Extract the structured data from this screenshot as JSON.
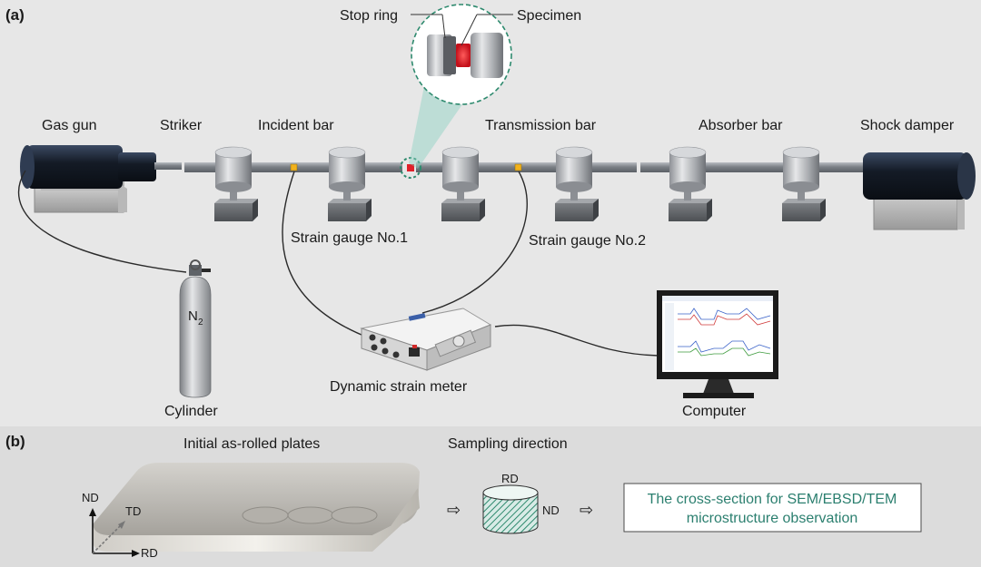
{
  "panel_a": {
    "tag": "(a)",
    "labels": {
      "gas_gun": "Gas gun",
      "striker": "Striker",
      "incident_bar": "Incident bar",
      "transmission_bar": "Transmission bar",
      "absorber_bar": "Absorber bar",
      "shock_damper": "Shock damper",
      "stop_ring": "Stop ring",
      "specimen": "Specimen",
      "strain_gauge_1": "Strain gauge No.1",
      "strain_gauge_2": "Strain gauge No.2",
      "cylinder": "Cylinder",
      "cylinder_gas": "N",
      "cylinder_gas_sub": "2",
      "strain_meter": "Dynamic strain meter",
      "computer": "Computer"
    }
  },
  "panel_b": {
    "tag": "(b)",
    "plates_title": "Initial as-rolled plates",
    "sampling_title": "Sampling direction",
    "axes": {
      "nd": "ND",
      "td": "TD",
      "rd": "RD"
    },
    "sample_axes": {
      "rd": "RD",
      "nd": "ND"
    },
    "arrow_glyph": "⇨",
    "observation_box": {
      "line1": "The cross-section for SEM/EBSD/TEM",
      "line2": "microstructure observation"
    }
  },
  "colors": {
    "panel_a_bg": "#e7e7e7",
    "panel_b_bg": "#dcdcdc",
    "specimen": "#e0202a",
    "strain_gauge": "#f2b21c",
    "dashed_circle": "#2e8a6e",
    "observation_text": "#2b7f6f",
    "gas_gun_body": "#1b2330",
    "bar": "#8a8f95"
  }
}
